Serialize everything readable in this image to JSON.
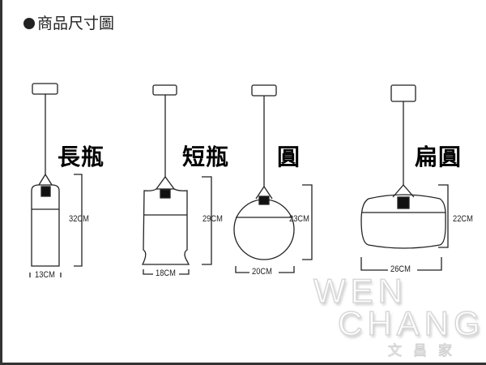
{
  "title": "商品尺寸圖",
  "lamps": [
    {
      "name": "長瓶",
      "height": "32CM",
      "width": "13CM"
    },
    {
      "name": "短瓶",
      "height": "29CM",
      "width": "18CM"
    },
    {
      "name": "圓",
      "height": "23CM",
      "width": "20CM"
    },
    {
      "name": "扁圓",
      "height": "22CM",
      "width": "26CM"
    }
  ],
  "watermark": {
    "line1": "WEN",
    "line2": "CHANG",
    "line3": "文昌家具"
  }
}
